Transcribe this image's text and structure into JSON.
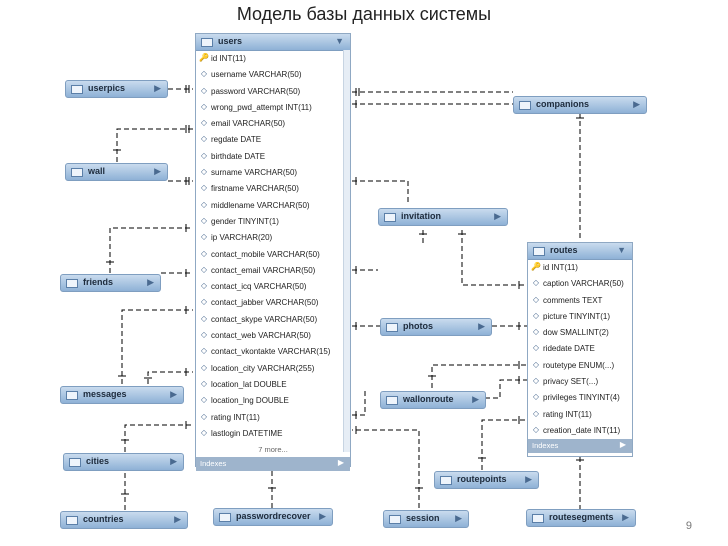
{
  "slide": {
    "title": "Модель базы данных системы",
    "page": "9"
  },
  "icons": {
    "table": "table-icon",
    "key": "primary-key-icon",
    "column": "column-diamond-icon",
    "expand": "triangle-arrow-icon"
  },
  "users": {
    "name": "users",
    "columns": [
      {
        "text": "id INT(11)",
        "key": true
      },
      {
        "text": "username VARCHAR(50)"
      },
      {
        "text": "password VARCHAR(50)"
      },
      {
        "text": "wrong_pwd_attempt INT(11)"
      },
      {
        "text": "email VARCHAR(50)"
      },
      {
        "text": "regdate DATE"
      },
      {
        "text": "birthdate DATE"
      },
      {
        "text": "surname VARCHAR(50)"
      },
      {
        "text": "firstname VARCHAR(50)"
      },
      {
        "text": "middlename VARCHAR(50)"
      },
      {
        "text": "gender TINYINT(1)"
      },
      {
        "text": "ip VARCHAR(20)"
      },
      {
        "text": "contact_mobile VARCHAR(50)"
      },
      {
        "text": "contact_email VARCHAR(50)"
      },
      {
        "text": "contact_icq VARCHAR(50)"
      },
      {
        "text": "contact_jabber VARCHAR(50)"
      },
      {
        "text": "contact_skype VARCHAR(50)"
      },
      {
        "text": "contact_web VARCHAR(50)"
      },
      {
        "text": "contact_vkontakte VARCHAR(15)"
      },
      {
        "text": "location_city VARCHAR(255)"
      },
      {
        "text": "location_lat DOUBLE"
      },
      {
        "text": "location_lng DOUBLE"
      },
      {
        "text": "rating INT(11)"
      },
      {
        "text": "lastlogin DATETIME"
      }
    ],
    "more": "7 more...",
    "indexes": "Indexes"
  },
  "routes": {
    "name": "routes",
    "columns": [
      {
        "text": "id INT(11)",
        "key": true
      },
      {
        "text": "caption VARCHAR(50)"
      },
      {
        "text": "comments TEXT"
      },
      {
        "text": "picture TINYINT(1)"
      },
      {
        "text": "dow SMALLINT(2)"
      },
      {
        "text": "ridedate DATE"
      },
      {
        "text": "routetype ENUM(...)"
      },
      {
        "text": "privacy SET(...)"
      },
      {
        "text": "privileges TINYINT(4)"
      },
      {
        "text": "rating INT(11)"
      },
      {
        "text": "creation_date INT(11)"
      }
    ],
    "indexes": "Indexes"
  },
  "tables": {
    "userpics": "userpics",
    "wall": "wall",
    "friends": "friends",
    "messages": "messages",
    "cities": "cities",
    "countries": "countries",
    "passwordrecover": "passwordrecover",
    "session": "session",
    "companions": "companions",
    "invitation": "invitation",
    "photos": "photos",
    "wallonroute": "wallonroute",
    "routepoints": "routepoints",
    "routesegments": "routesegments"
  }
}
